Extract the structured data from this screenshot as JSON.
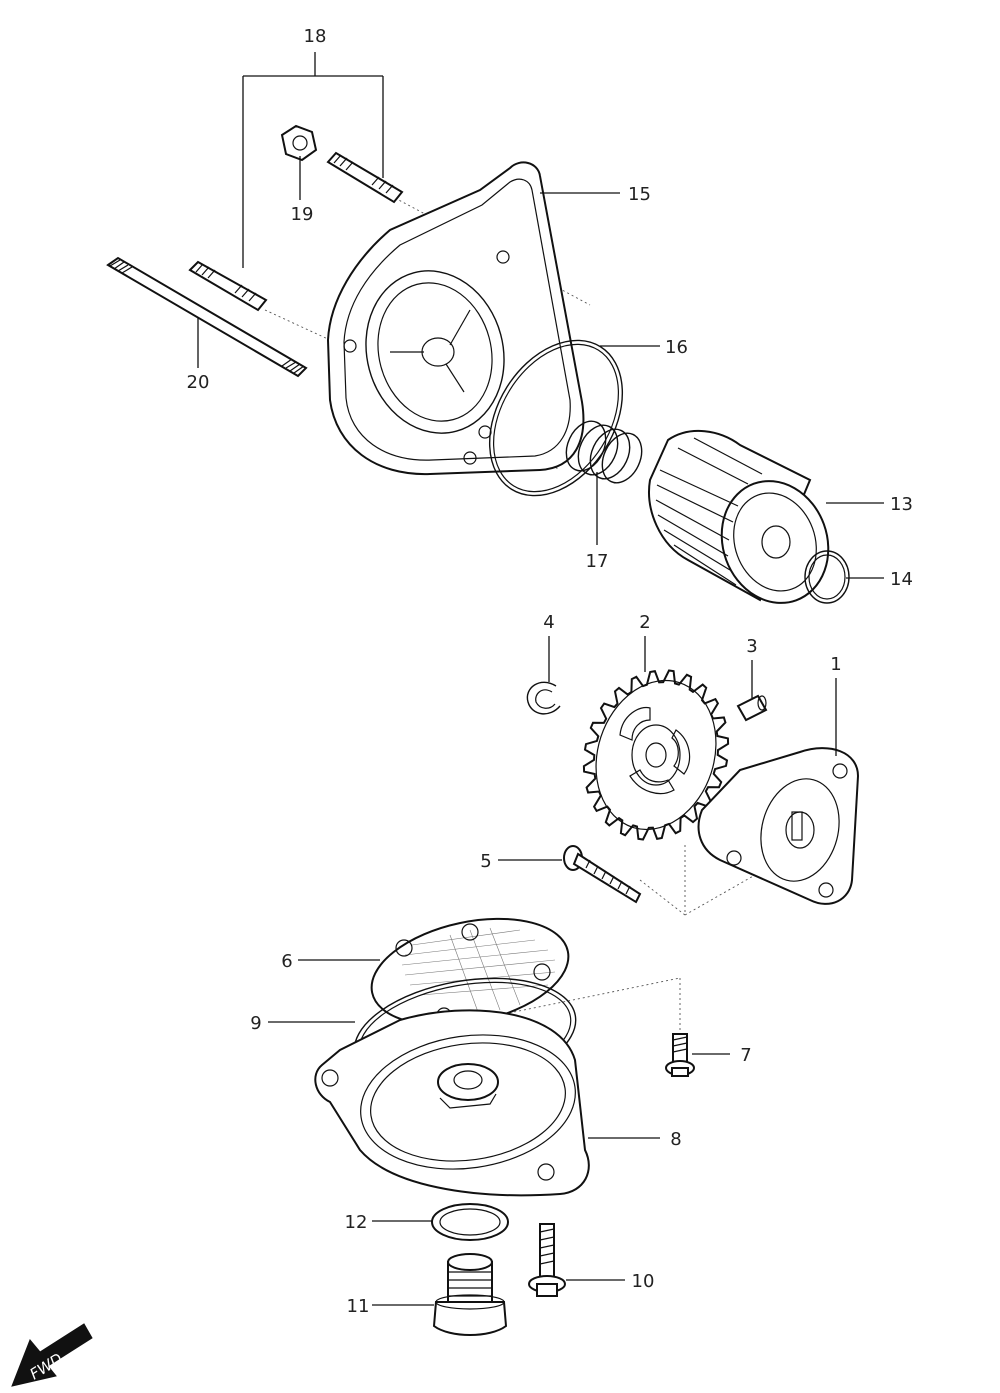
{
  "callouts": [
    {
      "id": "1",
      "label": "1"
    },
    {
      "id": "2",
      "label": "2"
    },
    {
      "id": "3",
      "label": "3"
    },
    {
      "id": "4",
      "label": "4"
    },
    {
      "id": "5",
      "label": "5"
    },
    {
      "id": "6",
      "label": "6"
    },
    {
      "id": "7",
      "label": "7"
    },
    {
      "id": "8",
      "label": "8"
    },
    {
      "id": "9",
      "label": "9"
    },
    {
      "id": "10",
      "label": "10"
    },
    {
      "id": "11",
      "label": "11"
    },
    {
      "id": "12",
      "label": "12"
    },
    {
      "id": "13",
      "label": "13"
    },
    {
      "id": "14",
      "label": "14"
    },
    {
      "id": "15",
      "label": "15"
    },
    {
      "id": "16",
      "label": "16"
    },
    {
      "id": "17",
      "label": "17"
    },
    {
      "id": "18",
      "label": "18"
    },
    {
      "id": "19",
      "label": "19"
    },
    {
      "id": "20",
      "label": "20"
    }
  ],
  "direction_marker": {
    "label": "FWD"
  },
  "colors": {
    "line": "#111111",
    "background": "#ffffff",
    "arrow": "#111111"
  }
}
